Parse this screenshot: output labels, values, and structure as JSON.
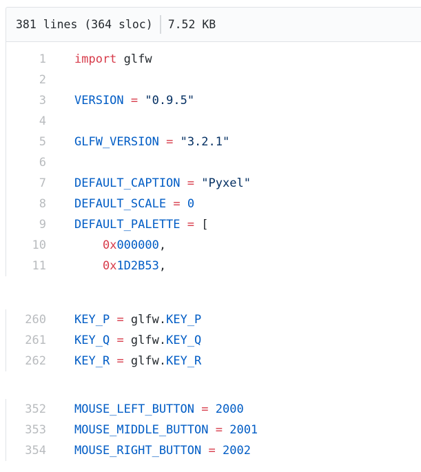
{
  "header": {
    "lines_info": "381 lines (364 sloc)",
    "file_size": "7.52 KB"
  },
  "colors": {
    "kw": "#d73a49",
    "op": "#d73a49",
    "hex": "#d73a49",
    "const": "#005cc5",
    "num": "#005cc5",
    "str": "#032f62",
    "pln": "#24292e",
    "lnum": "#b8bbbe",
    "border": "#dfe2e6",
    "header_bg": "#fafbfc",
    "header_text": "#24292e",
    "divider": "#d8dbde",
    "code_bg": "#ffffff"
  },
  "code_blocks": [
    {
      "lines": [
        {
          "n": "1",
          "tokens": [
            [
              "kw",
              "import"
            ],
            [
              "pln",
              " glfw"
            ]
          ]
        },
        {
          "n": "2",
          "tokens": []
        },
        {
          "n": "3",
          "tokens": [
            [
              "const",
              "VERSION"
            ],
            [
              "pln",
              " "
            ],
            [
              "op",
              "="
            ],
            [
              "pln",
              " "
            ],
            [
              "str",
              "\"0.9.5\""
            ]
          ]
        },
        {
          "n": "4",
          "tokens": []
        },
        {
          "n": "5",
          "tokens": [
            [
              "const",
              "GLFW_VERSION"
            ],
            [
              "pln",
              " "
            ],
            [
              "op",
              "="
            ],
            [
              "pln",
              " "
            ],
            [
              "str",
              "\"3.2.1\""
            ]
          ]
        },
        {
          "n": "6",
          "tokens": []
        },
        {
          "n": "7",
          "tokens": [
            [
              "const",
              "DEFAULT_CAPTION"
            ],
            [
              "pln",
              " "
            ],
            [
              "op",
              "="
            ],
            [
              "pln",
              " "
            ],
            [
              "str",
              "\"Pyxel\""
            ]
          ]
        },
        {
          "n": "8",
          "tokens": [
            [
              "const",
              "DEFAULT_SCALE"
            ],
            [
              "pln",
              " "
            ],
            [
              "op",
              "="
            ],
            [
              "pln",
              " "
            ],
            [
              "num",
              "0"
            ]
          ]
        },
        {
          "n": "9",
          "tokens": [
            [
              "const",
              "DEFAULT_PALETTE"
            ],
            [
              "pln",
              " "
            ],
            [
              "op",
              "="
            ],
            [
              "pln",
              " ["
            ]
          ]
        },
        {
          "n": "10",
          "tokens": [
            [
              "pln",
              "    "
            ],
            [
              "hex",
              "0x"
            ],
            [
              "num",
              "000000"
            ],
            [
              "pln",
              ","
            ]
          ]
        },
        {
          "n": "11",
          "tokens": [
            [
              "pln",
              "    "
            ],
            [
              "hex",
              "0x"
            ],
            [
              "num",
              "1D2B53"
            ],
            [
              "pln",
              ","
            ]
          ]
        }
      ]
    },
    {
      "lines": [
        {
          "n": "260",
          "tokens": [
            [
              "const",
              "KEY_P"
            ],
            [
              "pln",
              " "
            ],
            [
              "op",
              "="
            ],
            [
              "pln",
              " glfw."
            ],
            [
              "const",
              "KEY_P"
            ]
          ]
        },
        {
          "n": "261",
          "tokens": [
            [
              "const",
              "KEY_Q"
            ],
            [
              "pln",
              " "
            ],
            [
              "op",
              "="
            ],
            [
              "pln",
              " glfw."
            ],
            [
              "const",
              "KEY_Q"
            ]
          ]
        },
        {
          "n": "262",
          "tokens": [
            [
              "const",
              "KEY_R"
            ],
            [
              "pln",
              " "
            ],
            [
              "op",
              "="
            ],
            [
              "pln",
              " glfw."
            ],
            [
              "const",
              "KEY_R"
            ]
          ]
        }
      ]
    },
    {
      "lines": [
        {
          "n": "352",
          "tokens": [
            [
              "const",
              "MOUSE_LEFT_BUTTON"
            ],
            [
              "pln",
              " "
            ],
            [
              "op",
              "="
            ],
            [
              "pln",
              " "
            ],
            [
              "num",
              "2000"
            ]
          ]
        },
        {
          "n": "353",
          "tokens": [
            [
              "const",
              "MOUSE_MIDDLE_BUTTON"
            ],
            [
              "pln",
              " "
            ],
            [
              "op",
              "="
            ],
            [
              "pln",
              " "
            ],
            [
              "num",
              "2001"
            ]
          ]
        },
        {
          "n": "354",
          "tokens": [
            [
              "const",
              "MOUSE_RIGHT_BUTTON"
            ],
            [
              "pln",
              " "
            ],
            [
              "op",
              "="
            ],
            [
              "pln",
              " "
            ],
            [
              "num",
              "2002"
            ]
          ]
        }
      ]
    }
  ]
}
